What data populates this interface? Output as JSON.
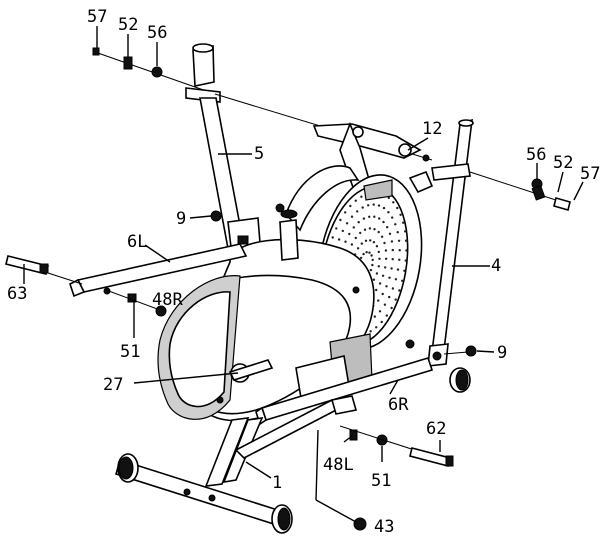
{
  "diagram": {
    "callouts": {
      "c57_top": "57",
      "c52_top": "52",
      "c56_top": "56",
      "c12": "12",
      "c5": "5",
      "c56_right": "56",
      "c52_right": "52",
      "c57_right": "57",
      "c9_left": "9",
      "c6L": "6L",
      "c4": "4",
      "c63": "63",
      "c48R": "48R",
      "c51_left": "51",
      "c9_right": "9",
      "c27": "27",
      "c6R": "6R",
      "c62": "62",
      "c48L": "48L",
      "c1": "1",
      "c51_right": "51",
      "c43": "43"
    }
  }
}
